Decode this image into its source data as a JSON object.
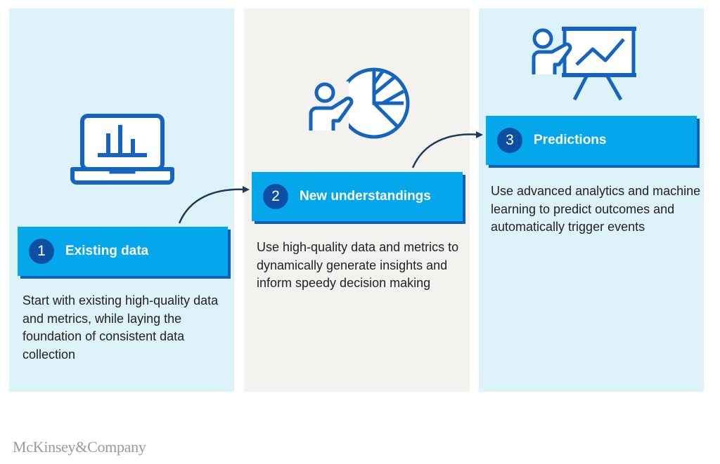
{
  "colors": {
    "panel_blue": "#def2fa",
    "panel_gray": "#f3f2ee",
    "banner": "#05a7ec",
    "banner_shadow": "#0a5fbf",
    "number_circle": "#0d4fa3",
    "icon_stroke": "#1565c0",
    "arrow": "#1b3a5c",
    "body_text": "#222222",
    "logo": "#9a9a9a"
  },
  "steps": [
    {
      "number": "1",
      "title": "Existing data",
      "icon": "laptop-bar-chart-icon",
      "description": "Start with existing high-quality data and metrics, while laying the foundation of consistent data collection"
    },
    {
      "number": "2",
      "title": "New understandings",
      "icon": "person-pie-chart-icon",
      "description": "Use high-quality data and metrics to dynamically generate insights and inform speedy decision making"
    },
    {
      "number": "3",
      "title": "Predictions",
      "icon": "presenter-line-chart-icon",
      "description": "Use advanced analytics and machine learning to predict outcomes and automatically trigger events"
    }
  ],
  "footer": {
    "logo_text": "McKinsey&Company"
  }
}
